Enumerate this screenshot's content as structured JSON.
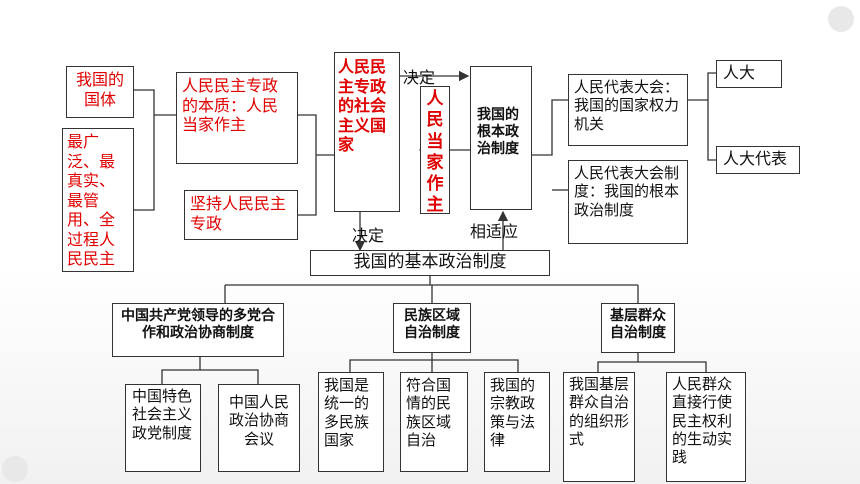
{
  "nodes": {
    "guoti": "我国的国体",
    "most_broad": "最广泛、最真实、最管用、全过程人民民主",
    "essence": "人民民主专政的本质：人民当家作主",
    "adhere": "坚持人民民主专政",
    "pdd_socialist": "人民民主专政的社会主义国家",
    "people_master": "人民当家作主",
    "root_system": "我国的根本政治制度",
    "npc_power": "人民代表大会：我国的国家权力机关",
    "npc_system": "人民代表大会制度：我国的根本政治制度",
    "npc": "人大",
    "npc_deputy": "人大代表",
    "basic_system": "我国的基本政治制度",
    "cpc_cooperation": "中国共产党领导的多党合作和政治协商制度",
    "ethnic_autonomy": "民族区域自治制度",
    "grassroots": "基层群众自治制度",
    "party_system": "中国特色社会主义政党制度",
    "cppcc": "中国人民政治协商会议",
    "unified_multi": "我国是统一的多民族国家",
    "fits_conditions": "符合国情的民族区域自治",
    "religion_law": "我国的宗教政策与法律",
    "grassroots_org": "我国基层群众自治的组织形式",
    "direct_democracy": "人民群众直接行使民主权利的生动实践"
  },
  "labels": {
    "decide_top": "决定",
    "decide_bottom": "决定",
    "adapt": "相适应"
  },
  "colors": {
    "red": "#e00000",
    "line": "#333333"
  }
}
